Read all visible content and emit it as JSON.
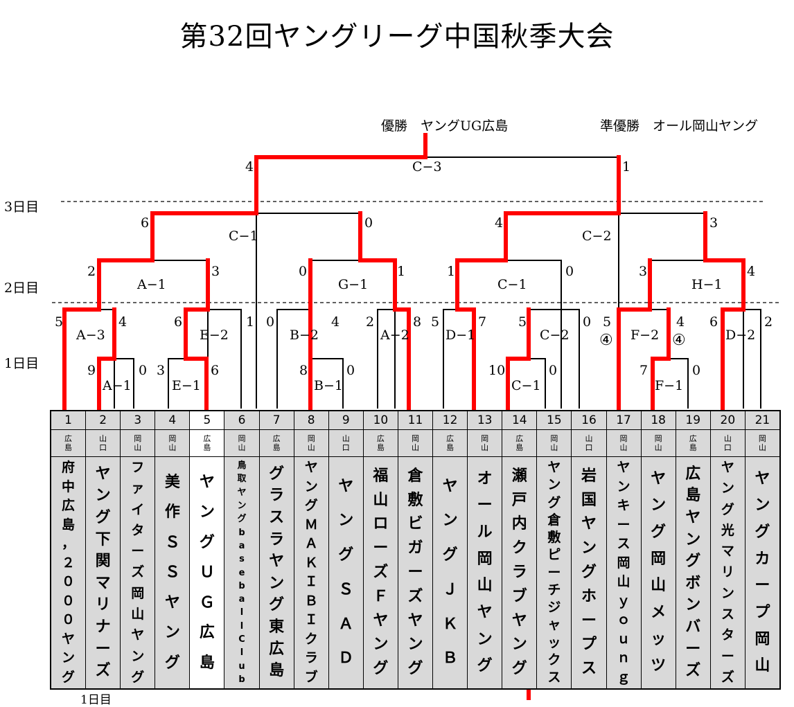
{
  "title": "第32回ヤングリーグ中国秋季大会",
  "results": {
    "champion": "優勝　ヤングUG広島",
    "runner_up": "準優勝　オール岡山ヤング"
  },
  "days": {
    "day3": "3日目",
    "day2": "2日目",
    "day1": "1日目",
    "bottom_cut": "1日目"
  },
  "games": {
    "C3": "C−3",
    "C1": "C−1",
    "C2": "C−2",
    "A1_top": "A−1",
    "G1": "G−1",
    "C1_mid": "C−1",
    "H1": "H−1",
    "A3": "A−3",
    "E2": "E−2",
    "B2": "B−2",
    "A2": "A−2",
    "D1": "D−1",
    "C2_low": "C−2",
    "F2": "F−2",
    "D2": "D−2",
    "A1_bot": "A−1",
    "E1": "E−1",
    "B1": "B−1",
    "C1_bot": "C−1",
    "F1": "F−1"
  },
  "scores": {
    "c3_l": "4",
    "c3_r": "1",
    "c1_l": "6",
    "c1_r": "0",
    "c2_l": "4",
    "c2_r": "3",
    "a1t_l": "2",
    "a1t_r": "3",
    "g1_l": "0",
    "g1_r": "1",
    "c1m_l": "1",
    "c1m_r": "0",
    "h1_l": "3",
    "h1_r": "4",
    "a3_l": "5",
    "a3_r": "4",
    "e2_l": "6",
    "e2_r": "1",
    "b2_l": "0",
    "b2_r": "4",
    "a2_l": "2",
    "a2_r": "8",
    "d1_l": "5",
    "d1_r": "7",
    "c2l_l": "5",
    "c2l_r": "0",
    "f2_l": "5",
    "f2_r": "4",
    "d2_l": "6",
    "d2_r": "2",
    "a1b_l": "9",
    "a1b_r": "0",
    "e1_l": "3",
    "e1_r": "6",
    "b1_l": "8",
    "b1_r": "0",
    "c1b_l": "10",
    "c1b_r": "0",
    "f1_l": "7",
    "f1_r": "0",
    "f2_pk_l": "④",
    "f2_pk_r": "④"
  },
  "teams": [
    {
      "num": "1",
      "pref": "広島",
      "name": "府中広島，２０００ヤング"
    },
    {
      "num": "2",
      "pref": "山口",
      "name": "ヤング下関マリナーズ"
    },
    {
      "num": "3",
      "pref": "岡山",
      "name": "ファイターズ岡山ヤング"
    },
    {
      "num": "4",
      "pref": "岡山",
      "name": "美作ＳＳヤング"
    },
    {
      "num": "5",
      "pref": "広島",
      "name": "ヤングＵＧ広島"
    },
    {
      "num": "6",
      "pref": "岡山",
      "name": "鳥取ヤングbaseballClub"
    },
    {
      "num": "7",
      "pref": "広島",
      "name": "グラスラヤング東広島"
    },
    {
      "num": "8",
      "pref": "岡山",
      "name": "ヤングＭＡＫＩＢＩクラブ"
    },
    {
      "num": "9",
      "pref": "山口",
      "name": "ヤングＳＡＤ"
    },
    {
      "num": "10",
      "pref": "広島",
      "name": "福山ローズＦヤング"
    },
    {
      "num": "11",
      "pref": "岡山",
      "name": "倉敷ビガーズヤング"
    },
    {
      "num": "12",
      "pref": "広島",
      "name": "ヤングＪＫＢ"
    },
    {
      "num": "13",
      "pref": "岡山",
      "name": "オール岡山ヤング"
    },
    {
      "num": "14",
      "pref": "広島",
      "name": "瀬戸内クラブヤング"
    },
    {
      "num": "15",
      "pref": "岡山",
      "name": "ヤング倉敷ピーチジャックス"
    },
    {
      "num": "16",
      "pref": "山口",
      "name": "岩国ヤングホープス"
    },
    {
      "num": "17",
      "pref": "岡山",
      "name": "ヤンキース岡山ｙｏｕｎｇ"
    },
    {
      "num": "18",
      "pref": "岡山",
      "name": "ヤング岡山メッツ"
    },
    {
      "num": "19",
      "pref": "広島",
      "name": "広島ヤングボンバーズ"
    },
    {
      "num": "20",
      "pref": "山口",
      "name": "ヤング光マリンスターズ"
    },
    {
      "num": "21",
      "pref": "岡山",
      "name": "ヤングカープ岡山"
    }
  ],
  "colors": {
    "win_line": "#ff0000",
    "line": "#000000",
    "cell_bg": "#d9d9d9",
    "champion_cell": "#ffffff"
  }
}
